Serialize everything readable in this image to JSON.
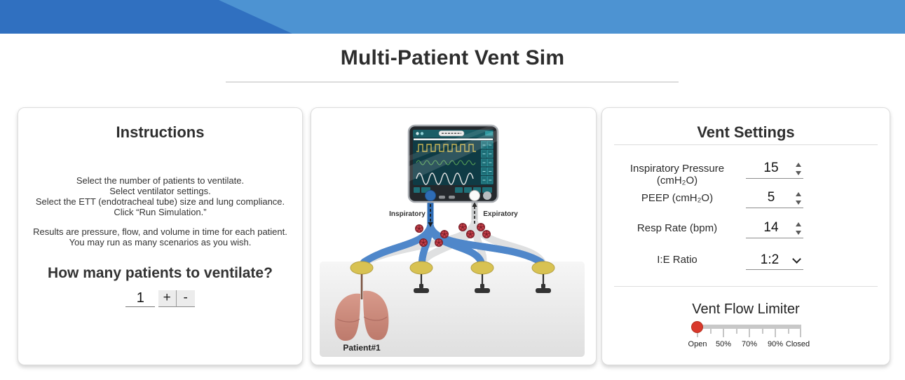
{
  "page_title": "Multi-Patient Vent Sim",
  "instructions": {
    "title": "Instructions",
    "para1": [
      "Select the number of patients to ventilate.",
      "Select ventilator settings.",
      "Select the ETT (endotracheal tube) size and lung compliance.",
      "Click “Run Simulation.”"
    ],
    "para2": [
      "Results are pressure, flow, and volume in time for each patient.",
      "You may run as many scenarios as you wish."
    ],
    "question": "How many patients to ventilate?",
    "patient_count": "1",
    "increment": "+",
    "decrement": "-"
  },
  "diagram": {
    "inspiratory": "Inspiratory",
    "expiratory": "Expiratory",
    "patient1": "Patient#1"
  },
  "vent": {
    "title": "Vent Settings",
    "rows": [
      {
        "label": "Inspiratory Pressure (cmH₂O)",
        "value": "15"
      },
      {
        "label": "PEEP (cmH₂O)",
        "value": "5"
      },
      {
        "label": "Resp Rate (bpm)",
        "value": "14"
      },
      {
        "label": "I:E Ratio",
        "value": "1:2"
      }
    ],
    "flow_limiter": {
      "title": "Vent Flow Limiter",
      "tick_labels": [
        "Open",
        "50%",
        "70%",
        "90%",
        "Closed"
      ],
      "selected": "Open"
    }
  },
  "colors": {
    "header_dark_blue": "#3070c0",
    "header_light_blue": "#4d93d2",
    "slider_knob_red": "#d9392c",
    "tube_blue": "#2e6cb5",
    "tube_gray": "#c9cbcc",
    "connector_yellow": "#d8c252"
  }
}
